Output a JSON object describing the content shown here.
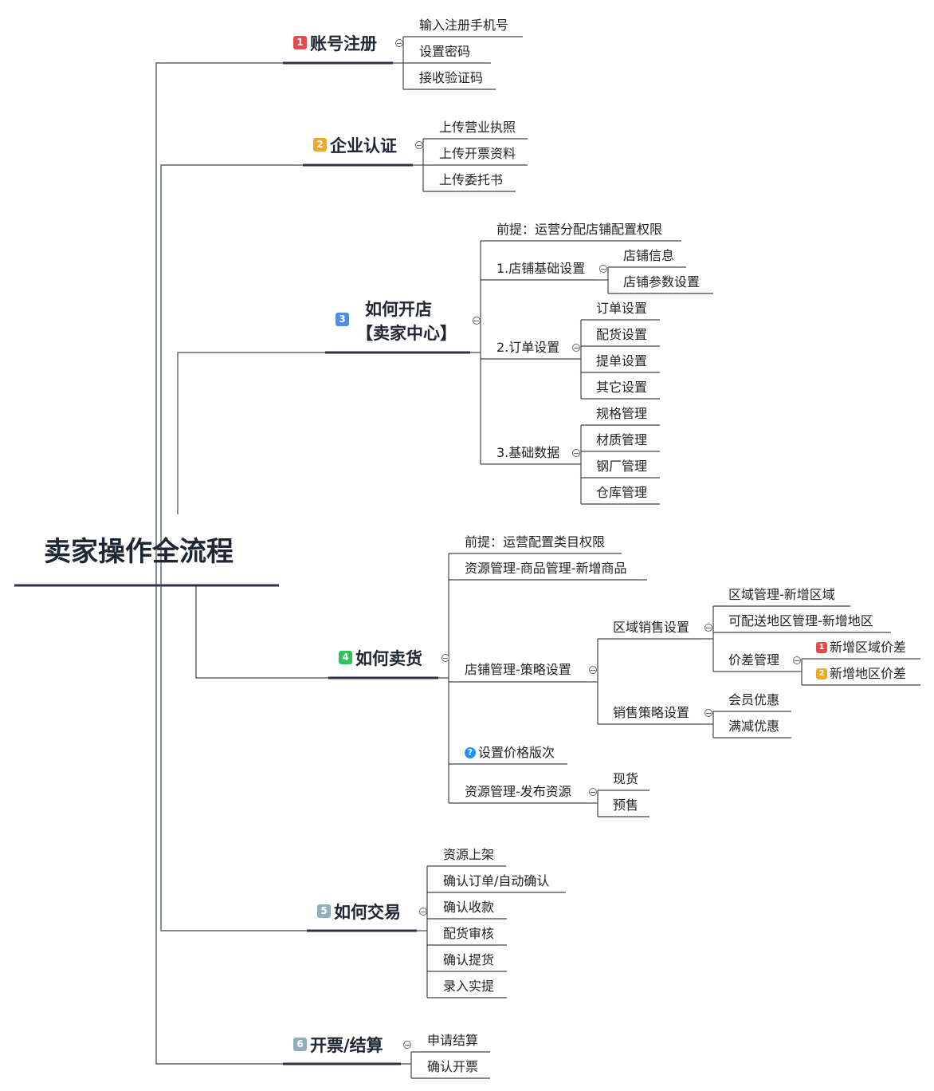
{
  "root": {
    "title": "卖家操作全流程"
  },
  "colors": {
    "line": "#3d4552",
    "thick": "#2b3446",
    "red": "#e54b4b",
    "orange": "#f5a623",
    "blue": "#4a8cf0",
    "green": "#2ec45a",
    "gray": "#8fb0b8",
    "question": "#1e90ff"
  },
  "branches": {
    "b1": {
      "badge": "1",
      "title": "账号注册",
      "items": [
        "输入注册手机号",
        "设置密码",
        "接收验证码"
      ]
    },
    "b2": {
      "badge": "2",
      "title": "企业认证",
      "items": [
        "上传营业执照",
        "上传开票资料",
        "上传委托书"
      ]
    },
    "b3": {
      "badge": "3",
      "title_line1": "如何开店",
      "title_line2": "【卖家中心】",
      "premise": "前提：运营分配店铺配置权限",
      "basic": {
        "title": "1.店铺基础设置",
        "items": [
          "店铺信息",
          "店铺参数设置"
        ]
      },
      "order": {
        "title": "2.订单设置",
        "items": [
          "订单设置",
          "配货设置",
          "提单设置",
          "其它设置"
        ]
      },
      "data": {
        "title": "3.基础数据",
        "items": [
          "规格管理",
          "材质管理",
          "钢厂管理",
          "仓库管理"
        ]
      }
    },
    "b4": {
      "badge": "4",
      "title": "如何卖货",
      "premise": "前提：运营配置类目权限",
      "add_goods": "资源管理-商品管理-新增商品",
      "strategy": {
        "title": "店铺管理-策略设置",
        "region": {
          "title": "区域销售设置",
          "items": [
            "区域管理-新增区域",
            "可配送地区管理-新增地区"
          ],
          "diff": {
            "title": "价差管理",
            "items": [
              {
                "badge": "1",
                "label": "新增区域价差"
              },
              {
                "badge": "2",
                "label": "新增地区价差"
              }
            ]
          }
        },
        "sales": {
          "title": "销售策略设置",
          "items": [
            "会员优惠",
            "满减优惠"
          ]
        }
      },
      "price_version": {
        "icon": "question-icon",
        "label": "设置价格版次"
      },
      "publish": {
        "title": "资源管理-发布资源",
        "items": [
          "现货",
          "预售"
        ]
      }
    },
    "b5": {
      "badge": "5",
      "title": "如何交易",
      "items": [
        "资源上架",
        "确认订单/自动确认",
        "确认收款",
        "配货审核",
        "确认提货",
        "录入实提"
      ]
    },
    "b6": {
      "badge": "6",
      "title": "开票/结算",
      "items": [
        "申请结算",
        "确认开票"
      ]
    }
  }
}
